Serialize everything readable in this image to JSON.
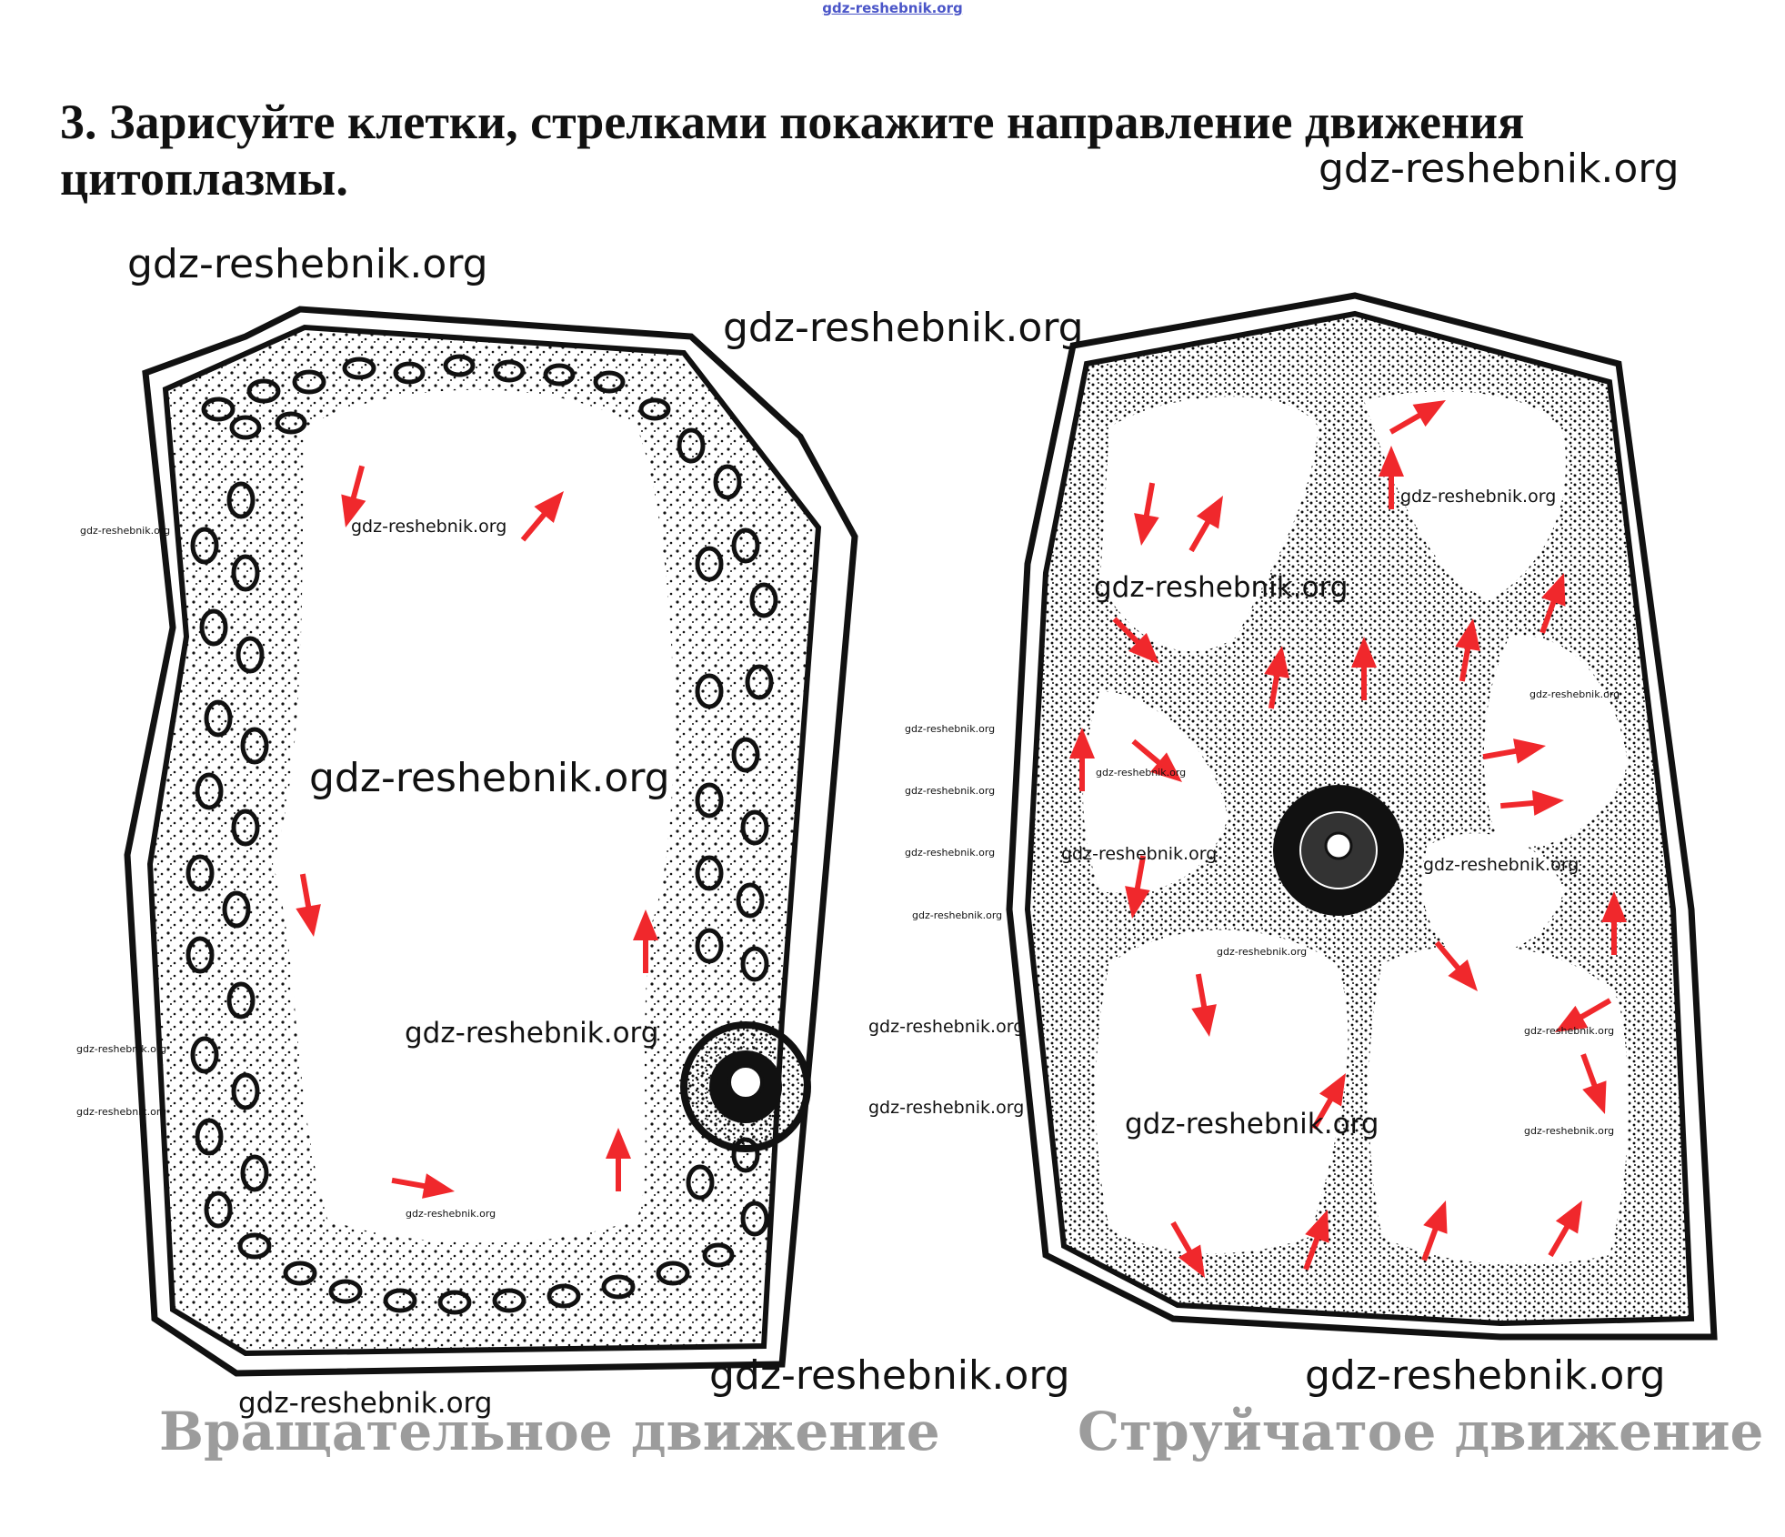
{
  "header": {
    "top_watermark": "gdz-reshebnik.org",
    "title": "3. Зарисуйте клетки, стрелками покажите направление движения цитоплазмы."
  },
  "figures": {
    "left_caption": "Вращательное движение",
    "right_caption": "Струйчатое движение"
  },
  "watermark_text": "gdz-reshebnik.org",
  "colors": {
    "arrow": "#f0282c",
    "ink": "#111111",
    "caption": "#9c9c9c"
  }
}
